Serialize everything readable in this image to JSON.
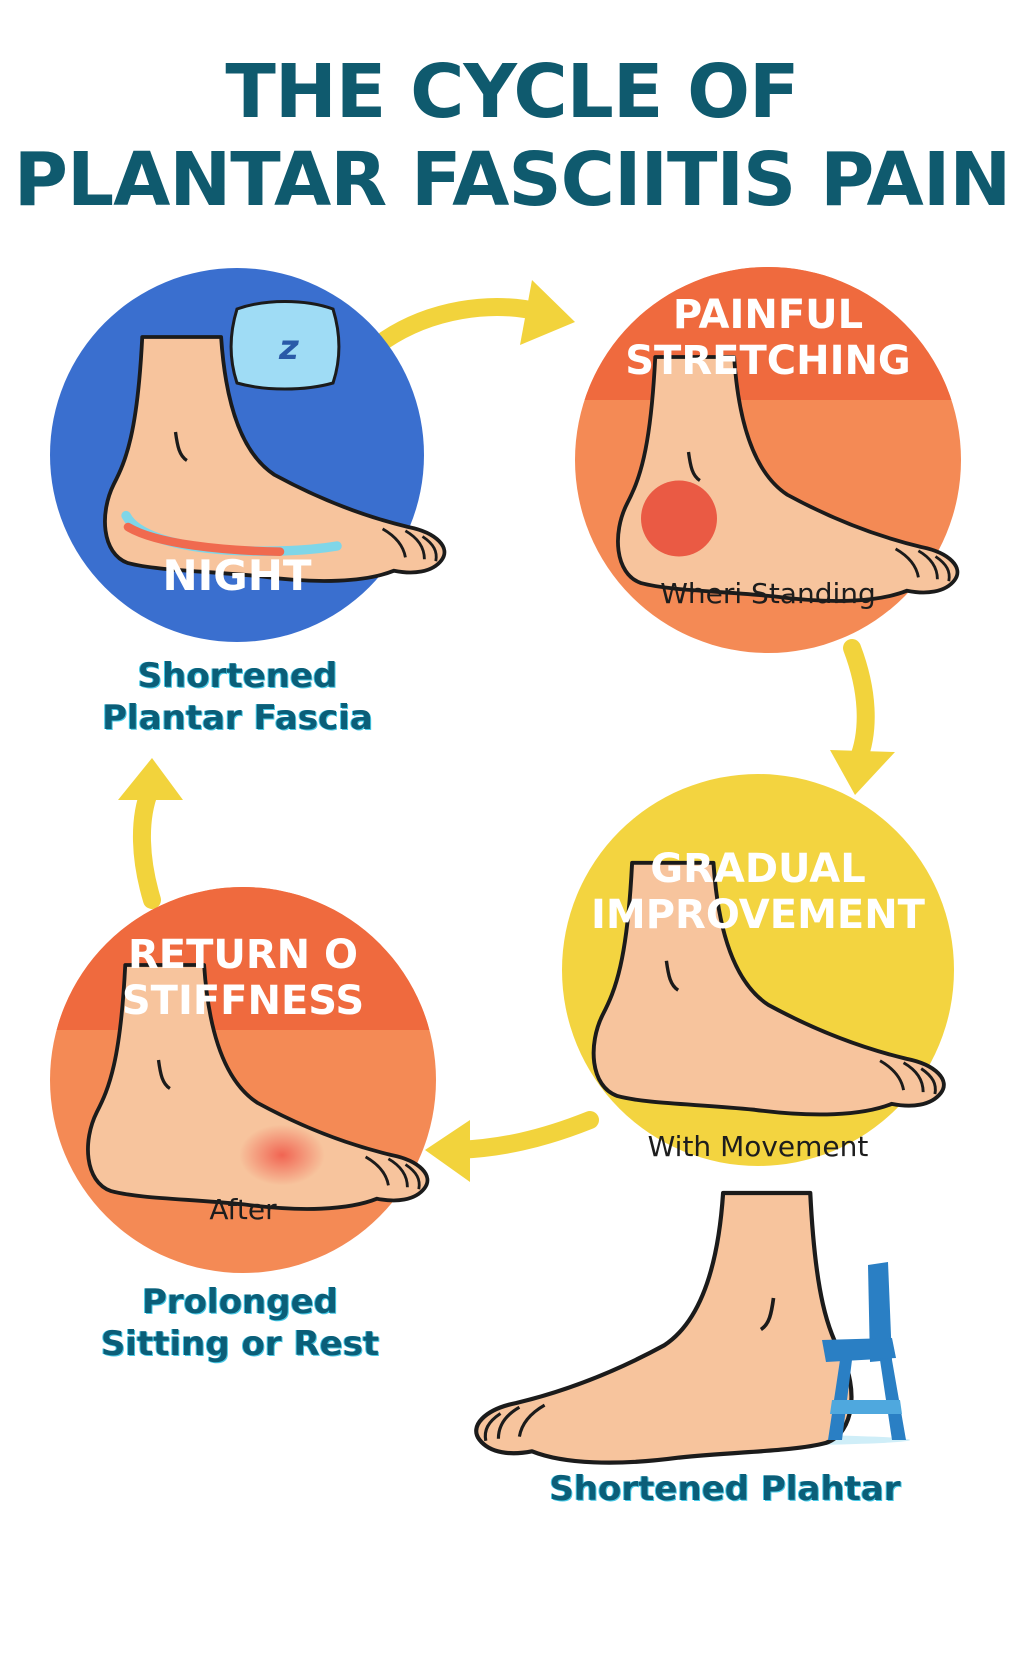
{
  "title": {
    "line1": "THE CYCLE OF",
    "line2": "PLANTAR FASCIITIS PAIN"
  },
  "stages": {
    "night": {
      "label": "NIGHT",
      "caption_line1": "Shortened",
      "caption_line2": "Plantar Fascia",
      "color": "#3a6fcf"
    },
    "painful": {
      "label_line1": "PAINFUL",
      "label_line2": "STRETCHING",
      "sublabel": "Wheri Standing",
      "color": "#f47a4a"
    },
    "gradual": {
      "label_line1": "GRADUAL",
      "label_line2": "IMPROVEMENT",
      "sublabel": "With Movement",
      "color": "#f3d440"
    },
    "return": {
      "label_line1": "RETURN O",
      "label_line2": "STIFFNESS",
      "sublabel": "After",
      "caption_line1": "Prolonged",
      "caption_line2": "Sitting or Rest",
      "color": "#f47a4a"
    }
  },
  "bottom": {
    "caption": "Shortened Plahtar"
  },
  "icons": [
    "pillow-icon",
    "chair-icon",
    "foot-icon",
    "arrow-icon"
  ],
  "colors": {
    "title": "#0f5a6e",
    "arrow": "#f2d33c",
    "skin": "#f7c49d",
    "teal_text": "#0b5e78"
  }
}
